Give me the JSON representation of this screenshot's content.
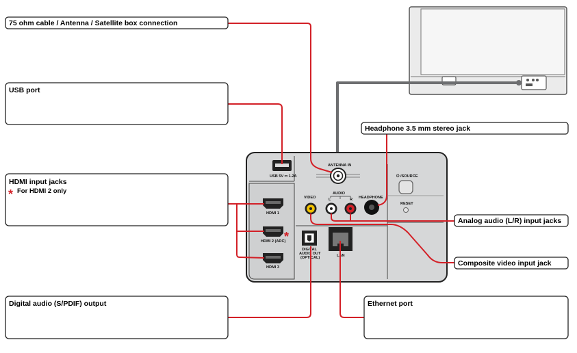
{
  "callouts": {
    "cable": "75 ohm cable / Antenna / Satellite box connection",
    "usb": "USB port",
    "hdmi_title": "HDMI input jacks",
    "hdmi_note": "For HDMI 2 only",
    "spdif": "Digital audio (S/PDIF) output",
    "headphone": "Headphone 3.5 mm stereo jack",
    "analog_audio": "Analog audio (L/R) input jacks",
    "composite": "Composite video input jack",
    "ethernet": "Ethernet port"
  },
  "panel": {
    "usb_label": "USB 5V ⎓ 1.2A",
    "antenna_label": "ANTENNA IN",
    "video_label": "VIDEO",
    "audio_label": "AUDIO",
    "audio_l": "L",
    "audio_r": "R",
    "headphone_label": "HEADPHONE",
    "source_label": "/SOURCE",
    "reset_label": "RESET",
    "hdmi1": "HDMI 1",
    "hdmi2": "HDMI 2 (ARC)",
    "hdmi3": "HDMI 3",
    "optical_line1": "DIGITAL",
    "optical_line2": "AUDIO OUT",
    "optical_line3": "(OPTICAL)",
    "lan_label": "LAN"
  },
  "asterisk": "*",
  "colors": {
    "leader": "#d32027",
    "panel_fill": "#d6d7d8",
    "panel_stroke": "#222222",
    "video_jack": "#f2c200",
    "audio_l_jack": "#ffffff",
    "audio_r_jack": "#d32027",
    "headphone_jack": "#111111",
    "tv_stroke": "#555555",
    "cable": "#6d6e70"
  }
}
